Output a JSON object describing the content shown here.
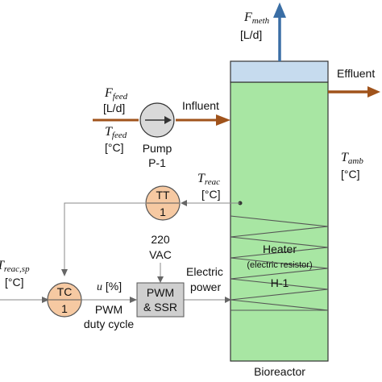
{
  "colors": {
    "reactor_fill": "#a8e6a3",
    "headspace_fill": "#c6dbee",
    "gas_arrow": "#3a6ea5",
    "liquid_arrow": "#a0531b",
    "instrument_fill": "#f6c9a2",
    "pwm_fill": "#cfcfcf",
    "pump_fill": "#d9d9d9",
    "signal_line": "#888888"
  },
  "labels": {
    "f_meth": {
      "main": "F",
      "sub": "meth"
    },
    "f_meth_unit": "[L/d]",
    "effluent": "Effluent",
    "f_feed": {
      "main": "F",
      "sub": "feed"
    },
    "f_feed_unit": "[L/d]",
    "t_feed": {
      "main": "T",
      "sub": "feed"
    },
    "t_feed_unit": "[°C]",
    "influent": "Influent",
    "pump_name": "Pump",
    "pump_id": "P-1",
    "t_amb": {
      "main": "T",
      "sub": "amb"
    },
    "t_amb_unit": "[°C]",
    "t_reac": {
      "main": "T",
      "sub": "reac"
    },
    "t_reac_unit": "[°C]",
    "tt_tag": "TT",
    "tt_num": "1",
    "supply_voltage": "220",
    "supply_unit": "VAC",
    "heater": "Heater",
    "heater_desc": "(electric resistor)",
    "heater_id": "H-1",
    "setpoint": {
      "main": "T",
      "sub": "reac,sp"
    },
    "setpoint_unit": "[°C]",
    "u_label": "u",
    "u_unit": " [%]",
    "pwm_line1": "PWM",
    "pwm_line2": "& SSR",
    "electric_line1": "Electric",
    "electric_line2": "power",
    "tc_tag": "TC",
    "tc_num": "1",
    "pwm_caption1": "PWM",
    "pwm_caption2": "duty cycle",
    "bioreactor": "Bioreactor"
  }
}
